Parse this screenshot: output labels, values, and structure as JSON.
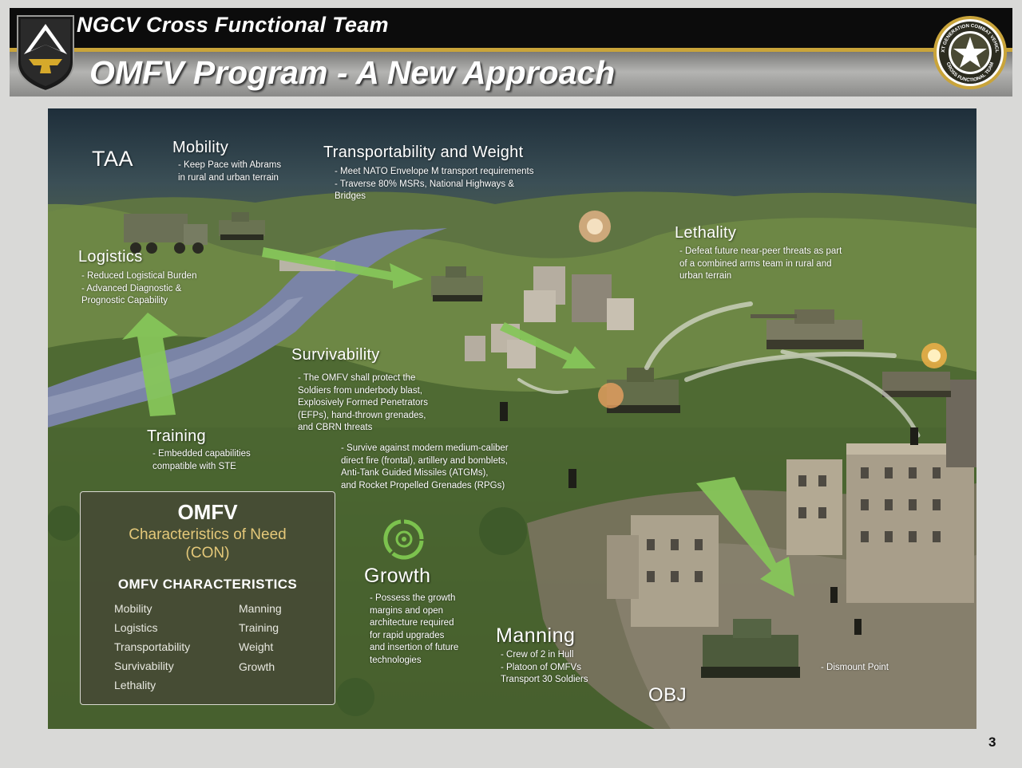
{
  "header": {
    "team": "NGCV Cross Functional Team",
    "title": "OMFV Program - A New Approach",
    "seal_ring_text": "NEXT GENERATION COMBAT VEHICLES",
    "seal_ring_bottom": "CROSS FUNCTIONAL TEAM"
  },
  "scene": {
    "taa": "TAA",
    "obj": "OBJ",
    "dismount": "- Dismount Point",
    "mobility": {
      "title": "Mobility",
      "text": "- Keep Pace with Abrams\nin rural and urban terrain"
    },
    "transport": {
      "title": "Transportability and Weight",
      "text": "- Meet NATO Envelope M transport requirements\n- Traverse 80% MSRs, National Highways &\nBridges"
    },
    "lethality": {
      "title": "Lethality",
      "text": "- Defeat future near-peer threats as part\nof a combined arms team in rural and\nurban terrain"
    },
    "logistics": {
      "title": "Logistics",
      "text": "- Reduced Logistical Burden\n- Advanced Diagnostic &\nPrognostic Capability"
    },
    "survivability": {
      "title": "Survivability",
      "text1": "- The OMFV shall protect the\nSoldiers from underbody blast,\nExplosively Formed Penetrators\n(EFPs), hand-thrown grenades,\nand CBRN threats",
      "text2": "- Survive against modern medium-caliber\ndirect fire (frontal), artillery and bomblets,\nAnti-Tank Guided Missiles (ATGMs),\nand Rocket Propelled Grenades (RPGs)"
    },
    "training": {
      "title": "Training",
      "text": "- Embedded capabilities\ncompatible with STE"
    },
    "growth": {
      "title": "Growth",
      "text": "- Possess the growth\nmargins and open\narchitecture required\nfor rapid upgrades\nand insertion of future\ntechnologies"
    },
    "manning": {
      "title": "Manning",
      "text": "- Crew of 2 in Hull\n- Platoon of OMFVs\nTransport 30 Soldiers"
    }
  },
  "con_panel": {
    "title": "OMFV",
    "subtitle": "Characteristics of Need\n(CON)",
    "heading": "OMFV CHARACTERISTICS",
    "left_items": [
      "Mobility",
      "Logistics",
      "Transportability",
      "Survivability",
      "Lethality"
    ],
    "right_items": [
      "Manning",
      "Training",
      "Weight",
      "Growth"
    ]
  },
  "page_number": "3",
  "colors": {
    "header_black": "#0c0c0c",
    "header_gold": "#c9a43a",
    "arrow_green": "#86c55a",
    "con_gold": "#e4c879"
  }
}
